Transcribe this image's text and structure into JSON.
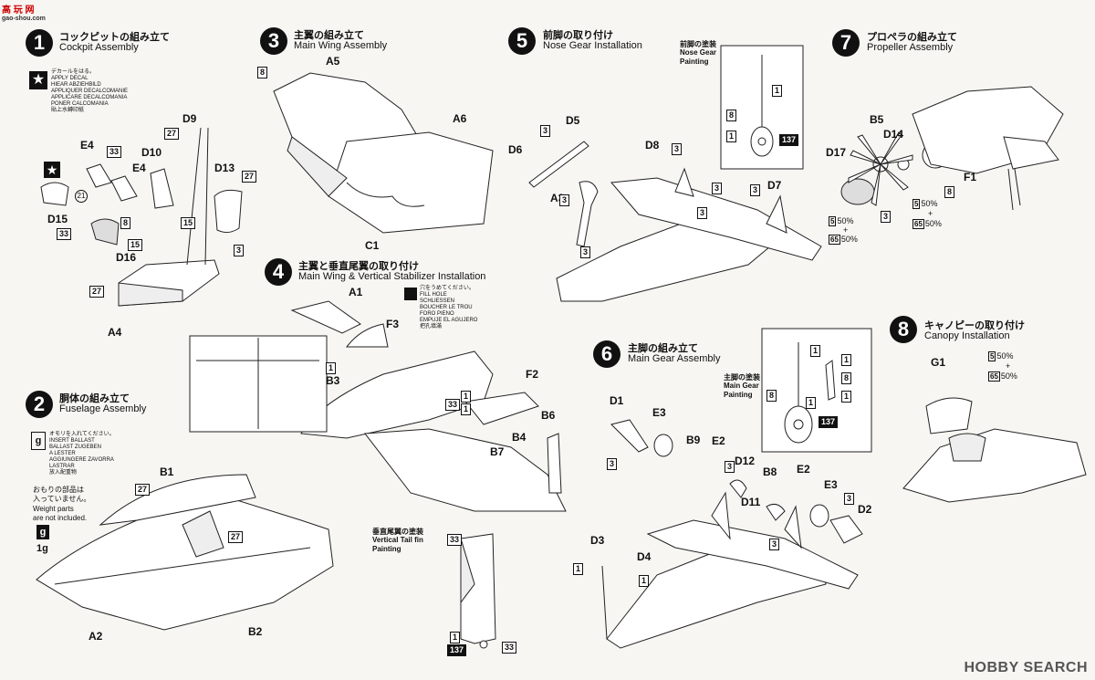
{
  "logo_text": "高 玩 网",
  "logo_url": "gao-shou.com",
  "watermark": "HOBBY SEARCH",
  "steps": {
    "s1": {
      "num": "1",
      "jp": "コックピットの組み立て",
      "en": "Cockpit Assembly"
    },
    "s2": {
      "num": "2",
      "jp": "胴体の組み立て",
      "en": "Fuselage Assembly"
    },
    "s3": {
      "num": "3",
      "jp": "主翼の組み立て",
      "en": "Main Wing Assembly"
    },
    "s4": {
      "num": "4",
      "jp": "主翼と垂直尾翼の取り付け",
      "en": "Main Wing & Vertical Stabilizer Installation"
    },
    "s5": {
      "num": "5",
      "jp": "前脚の取り付け",
      "en": "Nose Gear Installation"
    },
    "s6": {
      "num": "6",
      "jp": "主脚の組み立て",
      "en": "Main Gear Assembly"
    },
    "s7": {
      "num": "7",
      "jp": "プロペラの組み立て",
      "en": "Propeller Assembly"
    },
    "s8": {
      "num": "8",
      "jp": "キャノピーの取り付け",
      "en": "Canopy Installation"
    }
  },
  "notes": {
    "decal": "デカールをはる。\nAPPLY DECAL\nHIEAR ABZIEHBILD\nAPPLIQUER DECALCOMANIE\nAPPLICARE DECALCOMANIA\nPONER CALCOMANIA\n貼上水轉印紙",
    "ballast": "オモリを入れてください。\nINSERT BALLAST\nBALLAST ZUGEBEN\nA LESTER\nAGGIUNGERE ZAVORRA\nLASTRAR\n放入配重物",
    "weight_jp": "おもりの部品は\n入っていません。",
    "weight_en": "Weight parts\nare not included.",
    "weight_val": "1g",
    "fill": "穴をうめてください。\nFILL HOLE\nSCHLIESSEN\nBOUCHER LE TROU\nFORO PIENO\nEMPUJE EL AGUJERO\n把孔填滿",
    "nose_paint_jp": "前脚の塗装",
    "nose_paint_en": "Nose Gear\nPainting",
    "main_paint_jp": "主脚の塗装",
    "main_paint_en": "Main Gear\nPainting",
    "tail_paint_jp": "垂直尾翼の塗装",
    "tail_paint_en": "Vertical Tail fin\nPainting"
  },
  "parts": {
    "s1": [
      "D9",
      "E4",
      "D10",
      "E4",
      "D13",
      "D15",
      "D16",
      "A4"
    ],
    "s2": [
      "B1",
      "A2",
      "B2"
    ],
    "s3": [
      "A5",
      "A6",
      "C1"
    ],
    "s4": [
      "A1",
      "F3",
      "B3",
      "F2",
      "B4",
      "B6",
      "B7"
    ],
    "s5": [
      "D5",
      "D6",
      "D8",
      "A3",
      "D7"
    ],
    "s6": [
      "D1",
      "E3",
      "B9",
      "E2",
      "D12",
      "B8",
      "E2",
      "E3",
      "D11",
      "D2",
      "D3",
      "D4"
    ],
    "s7": [
      "B5",
      "D14",
      "D17",
      "F1"
    ],
    "s8": [
      "G1"
    ]
  },
  "colors": [
    "1",
    "3",
    "8",
    "15",
    "21",
    "27",
    "33",
    "137"
  ],
  "mix": {
    "a": "50%",
    "b": "50%",
    "plus": "+",
    "c5": "5",
    "c65": "65"
  }
}
